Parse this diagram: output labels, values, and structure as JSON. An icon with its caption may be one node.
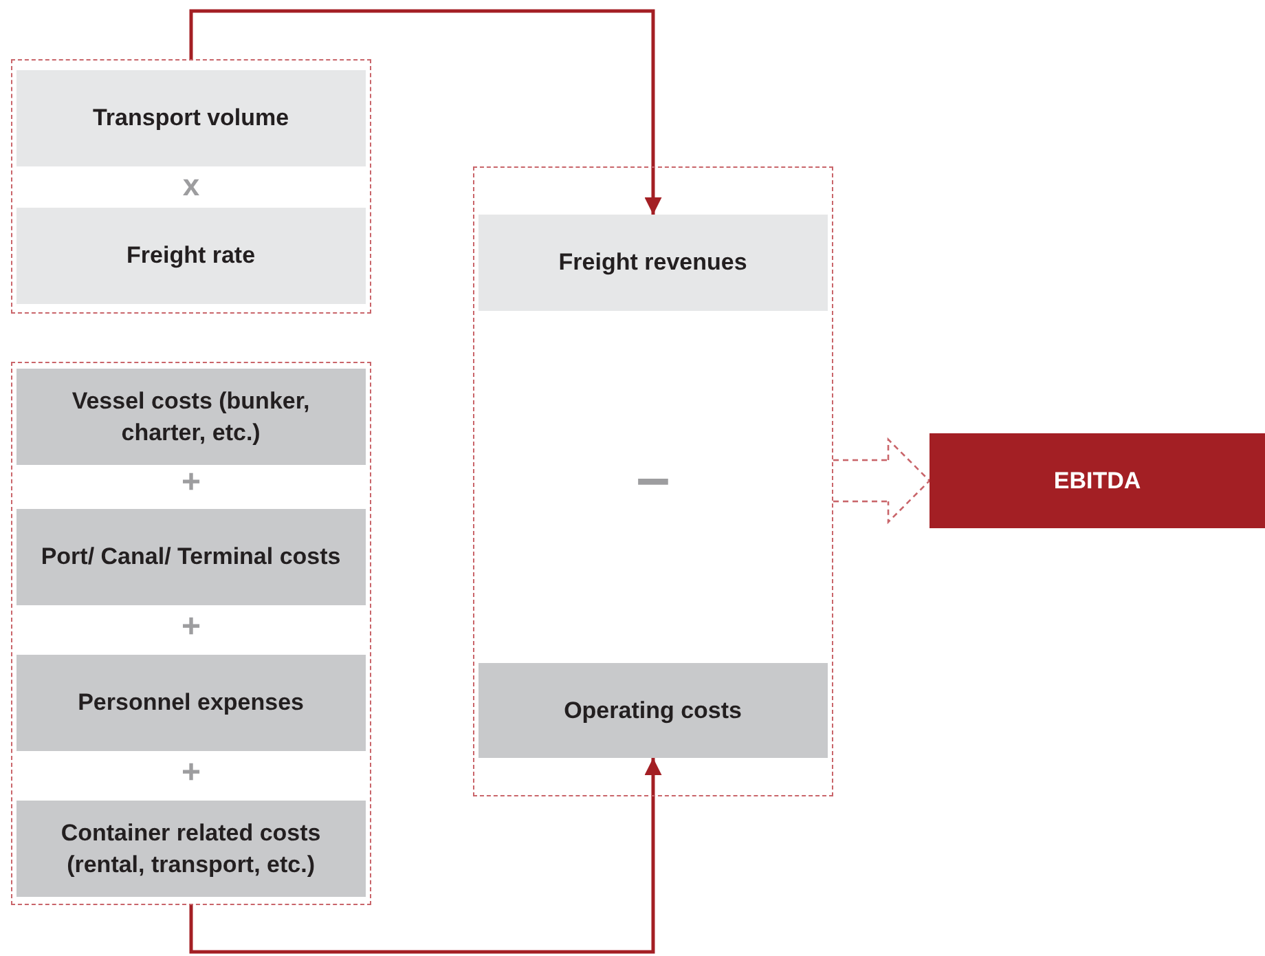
{
  "diagram": {
    "nodes": [
      {
        "text": [],
        "shape": "box"
      },
      {
        "text": [
          "Transport volume"
        ],
        "in": 0
      },
      {
        "text": [
          "Freight rate"
        ],
        "in": 0
      },
      {
        "text": [],
        "shape": "box"
      },
      {
        "text": [
          "Vessel costs (bunker, charter, etc.)"
        ],
        "in": 3
      },
      {
        "text": [
          "Port/ Canal/ Terminal costs"
        ],
        "in": 3
      },
      {
        "text": [
          "Personnel expenses"
        ],
        "in": 3
      },
      {
        "text": [
          "Container related costs (rental, transport, etc.)"
        ],
        "in": 3
      },
      {
        "text": [],
        "shape": "box"
      },
      {
        "text": [
          "Freight revenues"
        ],
        "in": 8
      },
      {
        "text": [
          "Operating costs"
        ],
        "in": 8
      },
      {
        "text": [
          "EBITDA"
        ]
      }
    ],
    "edges": [
      {
        "from": 0,
        "to": 9,
        "arrow": "to"
      },
      {
        "from": 3,
        "to": 10,
        "arrow": "to"
      },
      {
        "from": 8,
        "to": 11,
        "arrow": "to",
        "style": "dashed",
        "color": "#c9656a"
      }
    ],
    "labels": [
      "x",
      "+",
      "+",
      "+",
      "–"
    ]
  }
}
